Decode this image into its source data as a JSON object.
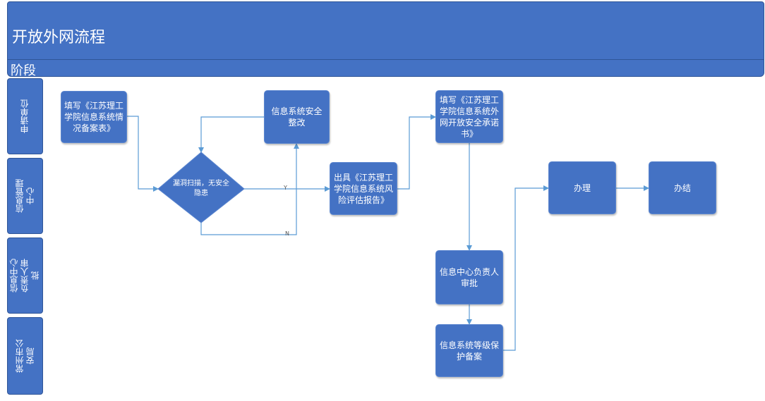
{
  "header": {
    "title": "开放外网流程",
    "stage_label": "阶段"
  },
  "lanes": [
    {
      "label": "申请单位"
    },
    {
      "label": "信息管理中心"
    },
    {
      "label": "信息中心负责人审批"
    },
    {
      "label": "常州市公安局"
    }
  ],
  "nodes": {
    "fill_registration": "填写《江苏理工学院信息系统情况备案表》",
    "rectify": "信息系统安全整改",
    "scan_decision": "漏洞扫描，无安全隐患",
    "risk_report": "出具《江苏理工学院信息系统风险评估报告》",
    "commitment": "填写《江苏理工学院信息系统外网开放安全承诺书》",
    "approve": "信息中心负责人审批",
    "grade_filing": "信息系统等级保护备案",
    "handle": "办理",
    "complete": "办结"
  },
  "edge_labels": {
    "yes": "Y",
    "no": "N"
  },
  "colors": {
    "fill": "#4472c4",
    "connector": "#5b9bd5"
  }
}
